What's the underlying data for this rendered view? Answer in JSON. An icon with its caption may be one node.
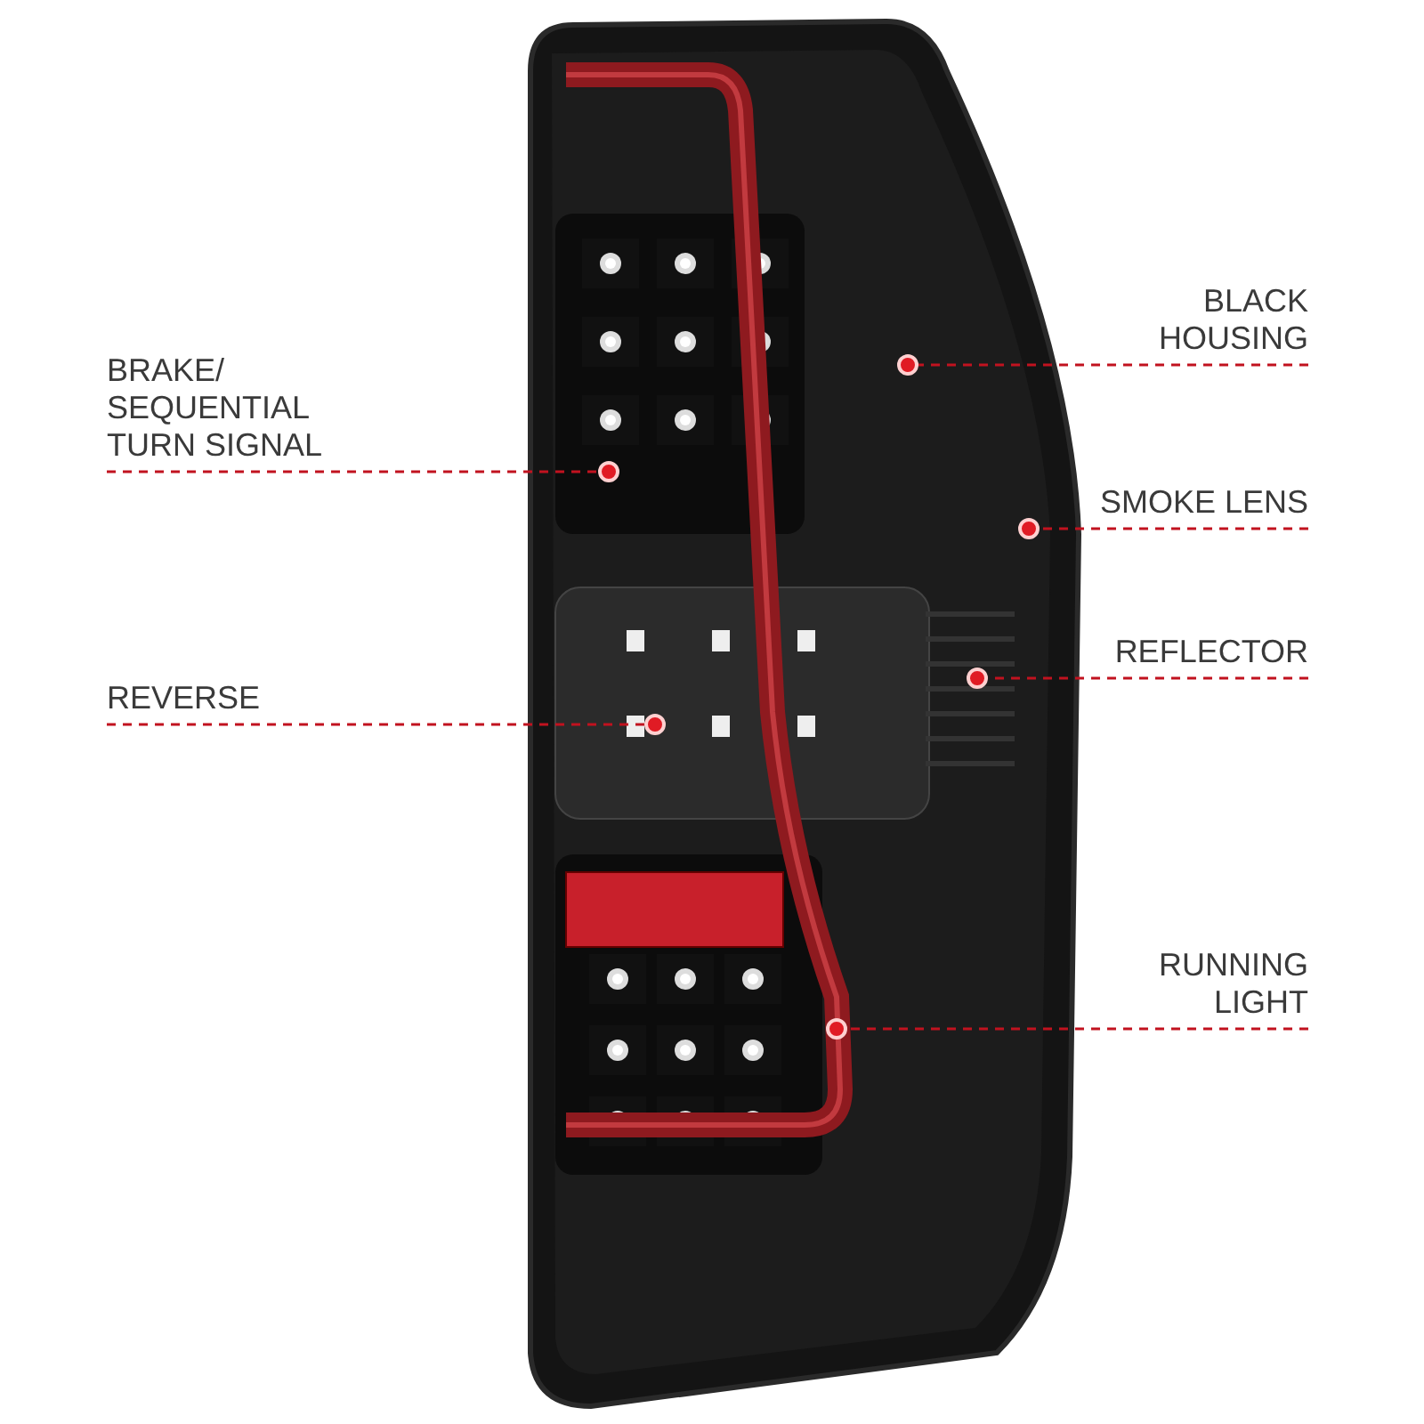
{
  "diagram": {
    "nodes": [
      {
        "text": [
          "BLACK HOUSING"
        ]
      },
      {
        "text": [
          "BRAKE/ SEQUENTIAL TURN SIGNAL"
        ]
      },
      {
        "text": [
          "SMOKE LENS"
        ]
      },
      {
        "text": [
          "REFLECTOR"
        ]
      },
      {
        "text": [
          "REVERSE"
        ]
      },
      {
        "text": [
          "RUNNING LIGHT"
        ]
      },
      {
        "text": [],
        "shape": "circle"
      },
      {
        "text": [],
        "shape": "circle"
      },
      {
        "text": [],
        "shape": "circle"
      },
      {
        "text": [],
        "shape": "circle"
      },
      {
        "text": [],
        "shape": "circle"
      },
      {
        "text": [],
        "shape": "circle"
      }
    ],
    "edges": [
      {
        "from": 0,
        "to": 6,
        "arrow": "none",
        "style": "dashed"
      },
      {
        "from": 1,
        "to": 7,
        "arrow": "none",
        "style": "dashed"
      },
      {
        "from": 2,
        "to": 8,
        "arrow": "none",
        "style": "dashed"
      },
      {
        "from": 3,
        "to": 9,
        "arrow": "none",
        "style": "dashed"
      },
      {
        "from": 4,
        "to": 10,
        "arrow": "none",
        "style": "dashed"
      },
      {
        "from": 5,
        "to": 11,
        "arrow": "none",
        "style": "dashed"
      }
    ]
  }
}
